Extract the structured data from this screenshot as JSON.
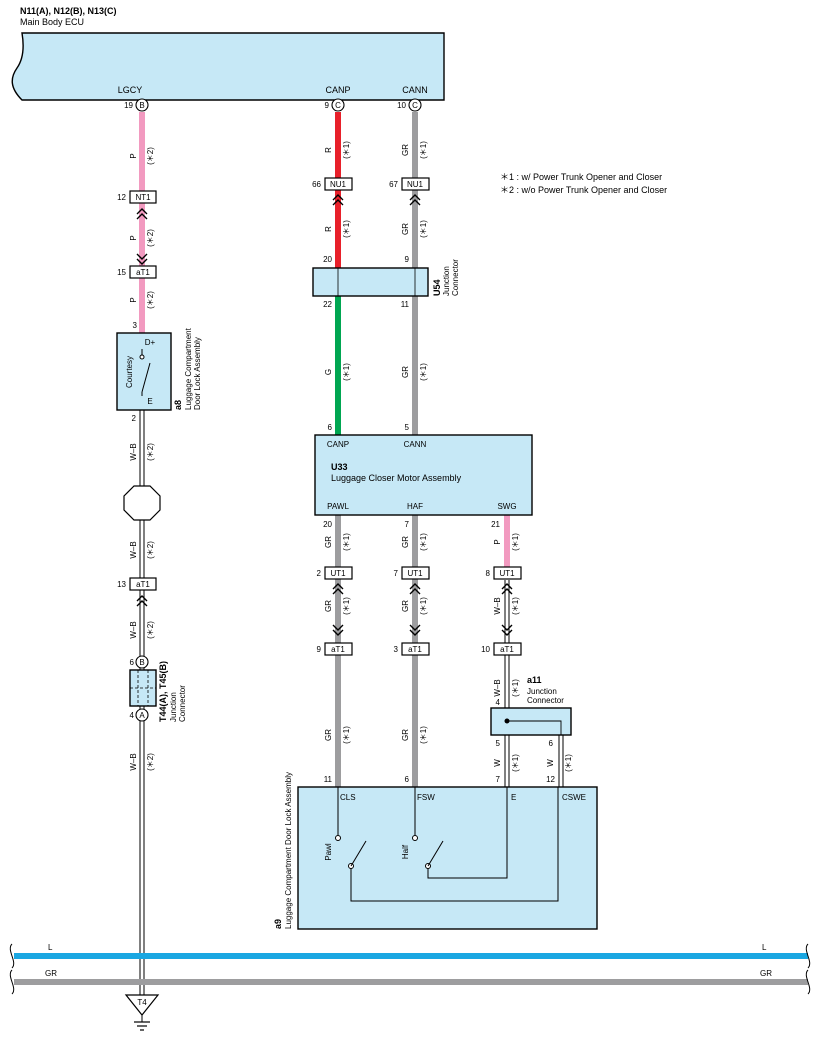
{
  "ecu": {
    "title": "N11(A), N12(B), N13(C)",
    "name": "Main Body ECU",
    "pin_lgcy": "LGCY",
    "pin_canp": "CANP",
    "pin_cann": "CANN"
  },
  "notes": {
    "n1": "＊1 : w/ Power Trunk Opener and Closer",
    "n2": "＊2 : w/o Power Trunk Opener and Closer"
  },
  "codes": {
    "c1": "(＊1)",
    "c2": "(＊2)"
  },
  "pins": {
    "p19": "19",
    "pB": "B",
    "p9": "9",
    "pC": "C",
    "p10": "10",
    "p12": "12",
    "p15": "15",
    "p3": "3",
    "p2": "2",
    "p13": "13",
    "p6": "6",
    "p4": "4",
    "pA": "A",
    "p66": "66",
    "p67": "67",
    "p20": "20",
    "p9b": "9",
    "p22": "22",
    "p11": "11",
    "p6b": "6",
    "p5": "5",
    "p20b": "20",
    "p7": "7",
    "p21": "21",
    "p2b": "2",
    "p7b": "7",
    "p8": "8",
    "p9c": "9",
    "p3b": "3",
    "p10b": "10",
    "p4b": "4",
    "p5b": "5",
    "p6c": "6",
    "p11b": "11",
    "p6d": "6",
    "p7c": "7",
    "p12b": "12"
  },
  "connectors": {
    "nt1": "NT1",
    "at1": "aT1",
    "nu1": "NU1",
    "ut1": "UT1"
  },
  "wires": {
    "p": "P",
    "r": "R",
    "gr": "GR",
    "g": "G",
    "wb": "W–B",
    "w": "W",
    "l": "L"
  },
  "u54": {
    "id": "U54",
    "l1": "Junction",
    "l2": "Connector"
  },
  "a8": {
    "id": "a8",
    "l1": "Luggage Compartment",
    "l2": "Door Lock Assembly",
    "switch": "Courtesy",
    "dplus": "D+",
    "e": "E"
  },
  "u33": {
    "id": "U33",
    "name": "Luggage Closer Motor Assembly",
    "canp": "CANP",
    "cann": "CANN",
    "pawl": "PAWL",
    "haf": "HAF",
    "swg": "SWG"
  },
  "t44": {
    "id": "T44(A), T45(B)",
    "l1": "Junction",
    "l2": "Connector"
  },
  "a11": {
    "id": "a11",
    "l1": "Junction",
    "l2": "Connector"
  },
  "a9": {
    "id": "a9",
    "name": "Luggage Compartment Door Lock Assembly",
    "cls": "CLS",
    "fsw": "FSW",
    "e": "E",
    "cswe": "CSWE",
    "pawl": "Pawl",
    "half": "Half"
  },
  "ground": {
    "label": "T4"
  },
  "colors": {
    "pink": "#f29ac0",
    "red": "#e8202a",
    "green": "#00a651",
    "gray": "#9d9d9f",
    "blue": "#1aa7e2",
    "box": "#c6e8f6"
  }
}
